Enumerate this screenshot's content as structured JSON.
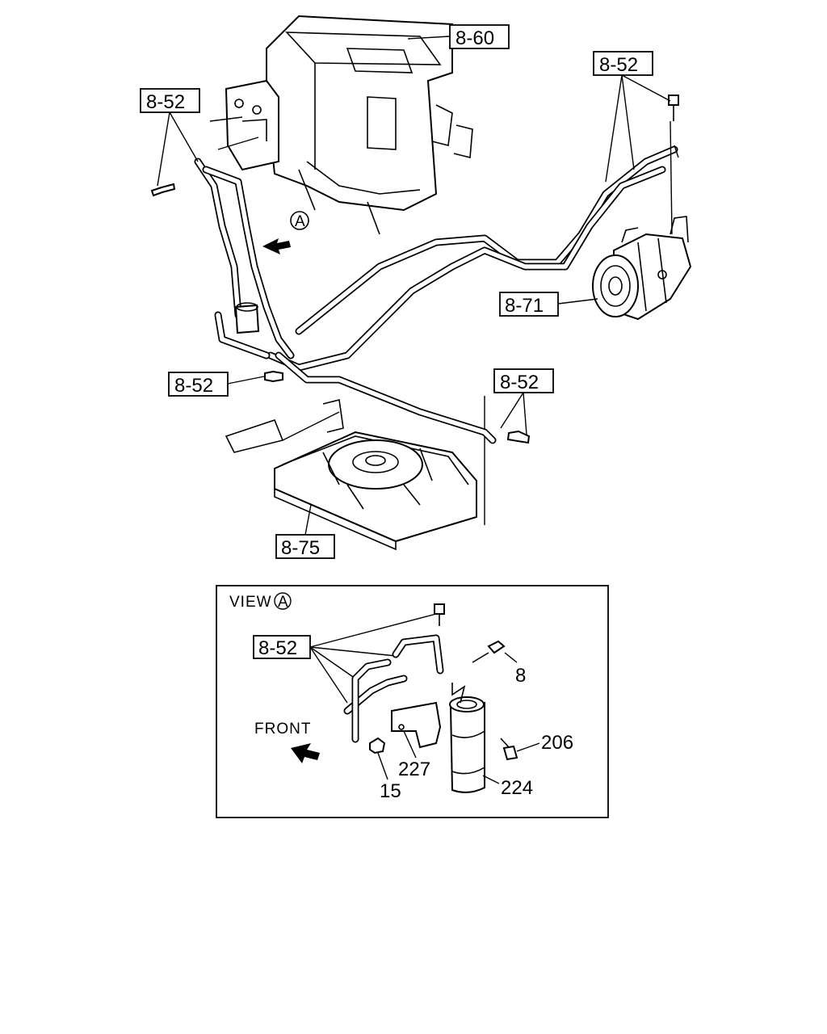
{
  "callouts": {
    "evap_unit": "8-60",
    "hose_upper_left": "8-52",
    "hose_upper_right": "8-52",
    "compressor": "8-71",
    "hose_mid_left": "8-52",
    "hose_mid_right": "8-52",
    "condenser": "8-75",
    "view_hose": "8-52"
  },
  "view_marker": "A",
  "detail": {
    "title": "VIEW",
    "marker": "A",
    "front_label": "FRONT",
    "parts": {
      "bolt": "8",
      "bolt_lower": "206",
      "bracket": "227",
      "receiver_drier": "224",
      "nut": "15"
    }
  }
}
